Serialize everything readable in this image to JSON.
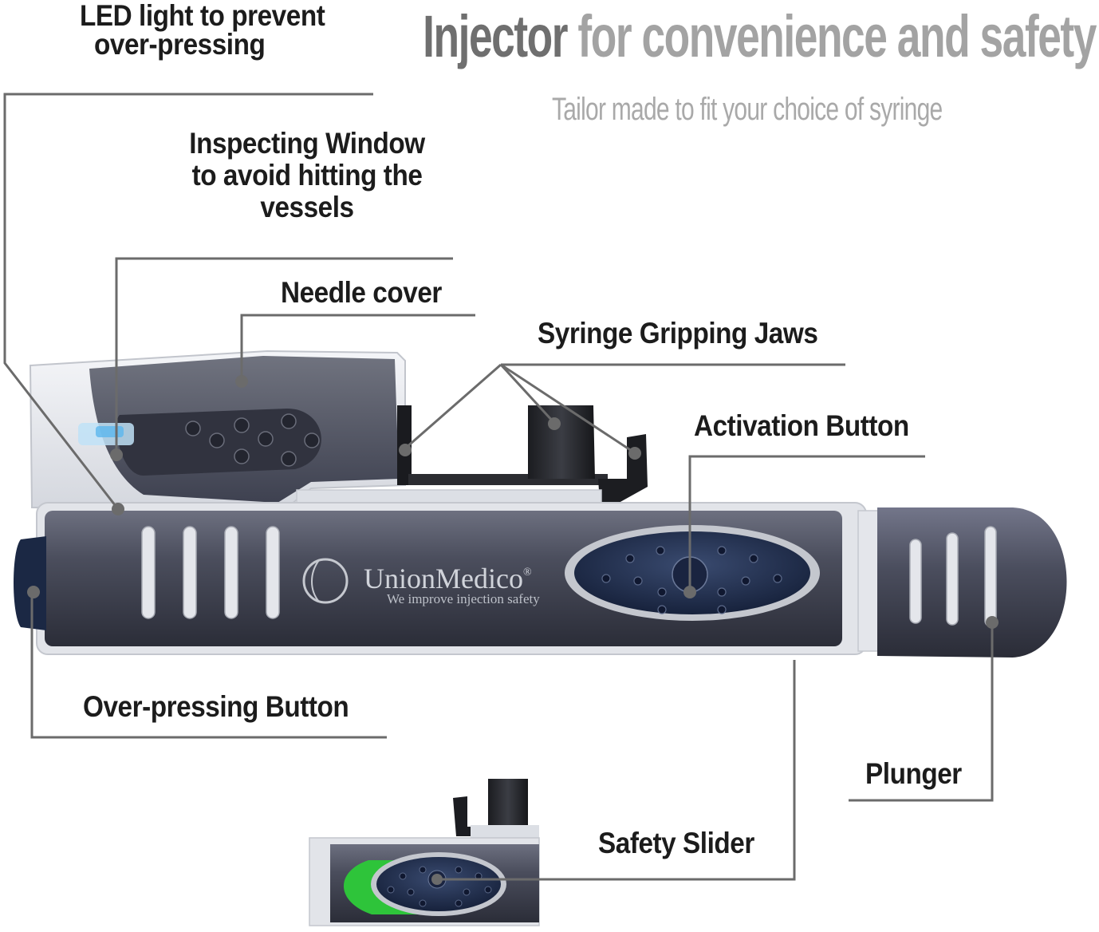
{
  "title": {
    "strong": "Injector",
    "rest": " for convenience and safety",
    "subtitle": "Tailor made to fit your choice of syringe"
  },
  "labels": {
    "led": [
      "LED light to prevent",
      "over-pressing"
    ],
    "window": [
      "Inspecting Window",
      "to avoid hitting the",
      "vessels"
    ],
    "needle_cover": "Needle cover",
    "jaws": "Syringe Gripping Jaws",
    "activation": "Activation Button",
    "over_pressing": "Over-pressing Button",
    "plunger": "Plunger",
    "safety_slider": "Safety Slider"
  },
  "brand": {
    "name": "UnionMedico",
    "registered": "®",
    "tagline": "We improve injection safety"
  },
  "colors": {
    "body": "#4a4d5c",
    "body_dark": "#2c2f3b",
    "leader": "#6b6b6b",
    "slider_green": "#2ec43a",
    "button_blue": "#1e2c4c"
  }
}
